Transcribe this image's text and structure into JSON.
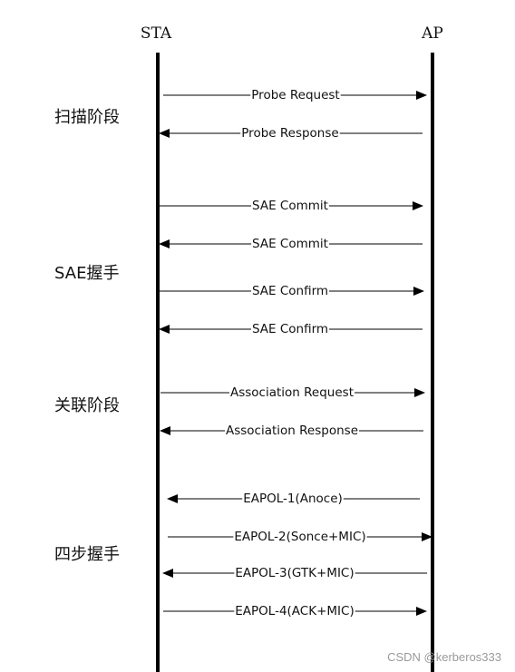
{
  "entities": {
    "sta": "STA",
    "ap": "AP"
  },
  "phases": [
    {
      "label": "扫描阶段"
    },
    {
      "label": "SAE握手"
    },
    {
      "label": "关联阶段"
    },
    {
      "label": "四步握手"
    }
  ],
  "messages": [
    {
      "label": "Probe Request",
      "direction": "sta-to-ap"
    },
    {
      "label": "Probe Response",
      "direction": "ap-to-sta"
    },
    {
      "label": "SAE Commit",
      "direction": "sta-to-ap"
    },
    {
      "label": "SAE Commit",
      "direction": "ap-to-sta"
    },
    {
      "label": "SAE Confirm",
      "direction": "sta-to-ap"
    },
    {
      "label": "SAE Confirm",
      "direction": "ap-to-sta"
    },
    {
      "label": "Association Request",
      "direction": "sta-to-ap"
    },
    {
      "label": "Association Response",
      "direction": "ap-to-sta"
    },
    {
      "label": "EAPOL-1(Anoce)",
      "direction": "ap-to-sta"
    },
    {
      "label": "EAPOL-2(Sonce+MIC)",
      "direction": "sta-to-ap"
    },
    {
      "label": "EAPOL-3(GTK+MIC)",
      "direction": "ap-to-sta"
    },
    {
      "label": "EAPOL-4(ACK+MIC)",
      "direction": "sta-to-ap"
    }
  ],
  "watermark": "CSDN @kerberos333",
  "colors": {
    "line": "#000000",
    "text": "#111111",
    "watermark": "#9a9a9a"
  }
}
